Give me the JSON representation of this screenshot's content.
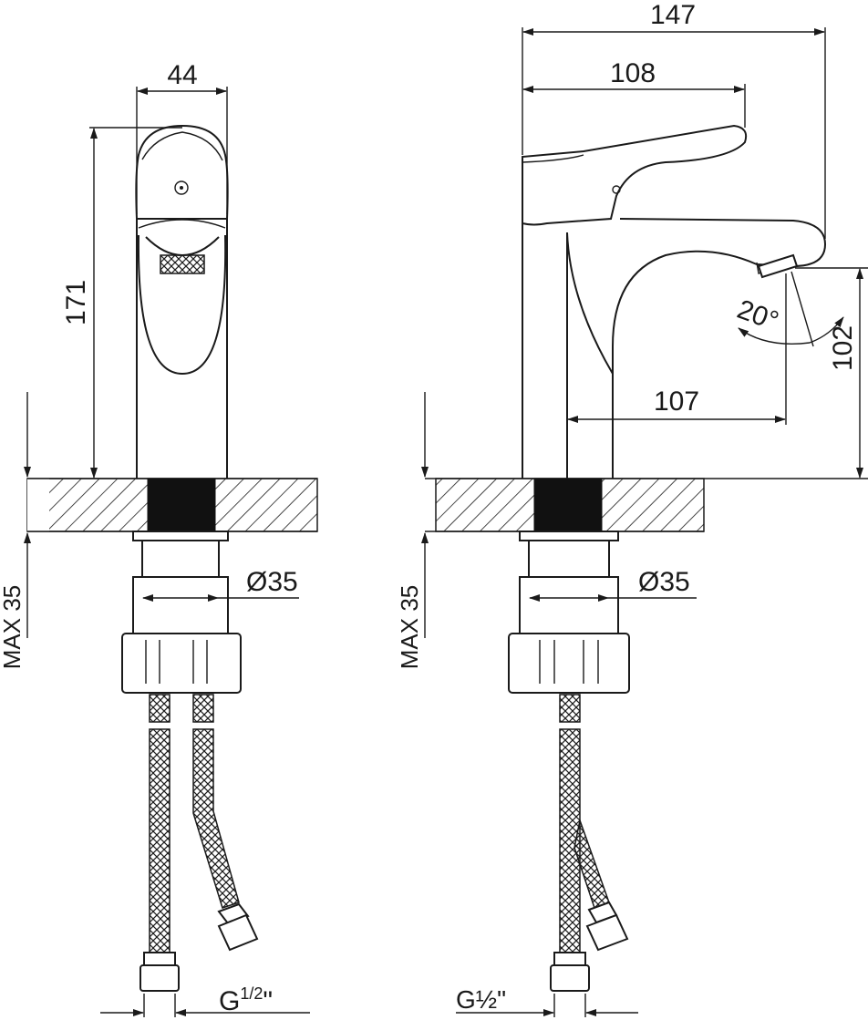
{
  "front_view": {
    "width_label": "44",
    "height_label": "171",
    "hole_diameter_label": "Ø35",
    "max_thickness_label": "MAX 35",
    "thread_label_prefix": "G",
    "thread_label_fraction": "1/2",
    "thread_label_suffix": "\""
  },
  "side_view": {
    "overall_depth_label": "147",
    "handle_reach_label": "108",
    "spout_reach_label": "107",
    "spout_height_label": "102",
    "handle_angle_label": "20°",
    "hole_diameter_label": "Ø35",
    "max_thickness_label": "MAX 35",
    "thread_label": "G½\""
  },
  "colors": {
    "line": "#1a1a1a",
    "background": "#ffffff"
  }
}
